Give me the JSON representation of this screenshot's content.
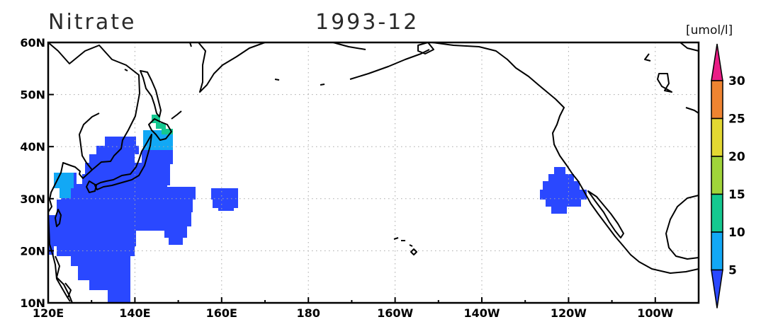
{
  "map": {
    "variable": "Nitrate",
    "date": "1993-12",
    "units": "[umol/l]",
    "lat_ticks": [
      "60N",
      "50N",
      "40N",
      "30N",
      "20N",
      "10N"
    ],
    "lon_ticks": [
      "120E",
      "140E",
      "160E",
      "180",
      "160W",
      "140W",
      "120W",
      "100W"
    ],
    "grid_lines": "dotted",
    "lat_range": [
      10,
      60
    ],
    "lon_range_east": [
      120,
      270
    ]
  },
  "colorbar": {
    "labels": [
      "5",
      "10",
      "15",
      "20",
      "25",
      "30"
    ],
    "bins": [
      {
        "range": "<5",
        "color": "#2a48ff"
      },
      {
        "range": "5-10",
        "color": "#12a8f5"
      },
      {
        "range": "10-15",
        "color": "#14c890"
      },
      {
        "range": "15-20",
        "color": "#a0d43a"
      },
      {
        "range": "20-25",
        "color": "#e3d832"
      },
      {
        "range": "25-30",
        "color": "#ef8431"
      },
      {
        "range": ">30",
        "color": "#ea1d86"
      }
    ]
  },
  "data_regions": [
    {
      "region": "western North Pacific near Japan",
      "value_bin": "<5",
      "color": "#2a48ff"
    },
    {
      "region": "off Kuril Islands / Hokkaido",
      "value_bin": "5-10",
      "color": "#12a8f5"
    },
    {
      "region": "Kuril Islands",
      "value_bin": "10-15",
      "color": "#14c890"
    },
    {
      "region": "East China Sea",
      "value_bin": "5-10",
      "color": "#12a8f5"
    },
    {
      "region": "offshore Baja California",
      "value_bin": "<5",
      "color": "#2a48ff"
    }
  ]
}
